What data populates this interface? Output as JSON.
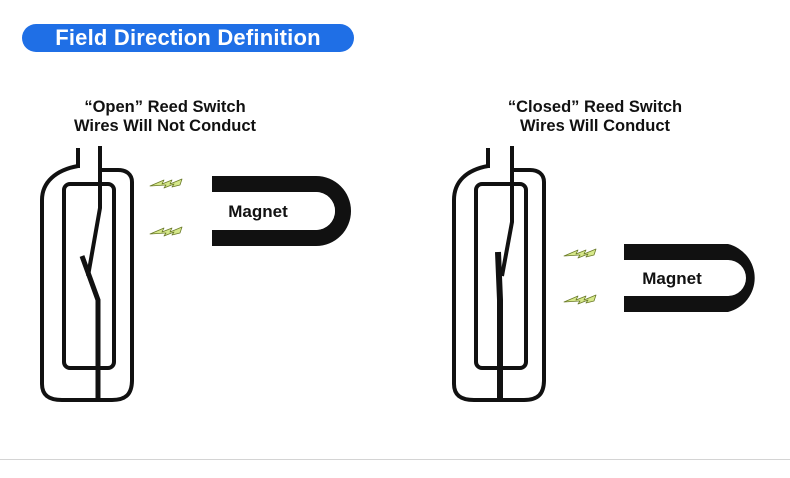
{
  "header": {
    "title": "Field Direction Definition"
  },
  "diagrams": [
    {
      "state": "open",
      "caption_line1": "“Open” Reed Switch",
      "caption_line2": "Wires Will Not Conduct",
      "magnet_label": "Magnet"
    },
    {
      "state": "closed",
      "caption_line1": "“Closed” Reed Switch",
      "caption_line2": "Wires Will Conduct",
      "magnet_label": "Magnet"
    }
  ],
  "colors": {
    "badge": "#1f6fe6",
    "badge_text": "#ffffff",
    "ink": "#111111",
    "field_flash": "#d6e88a"
  },
  "icons": [
    "lightning-bolt-icon"
  ]
}
